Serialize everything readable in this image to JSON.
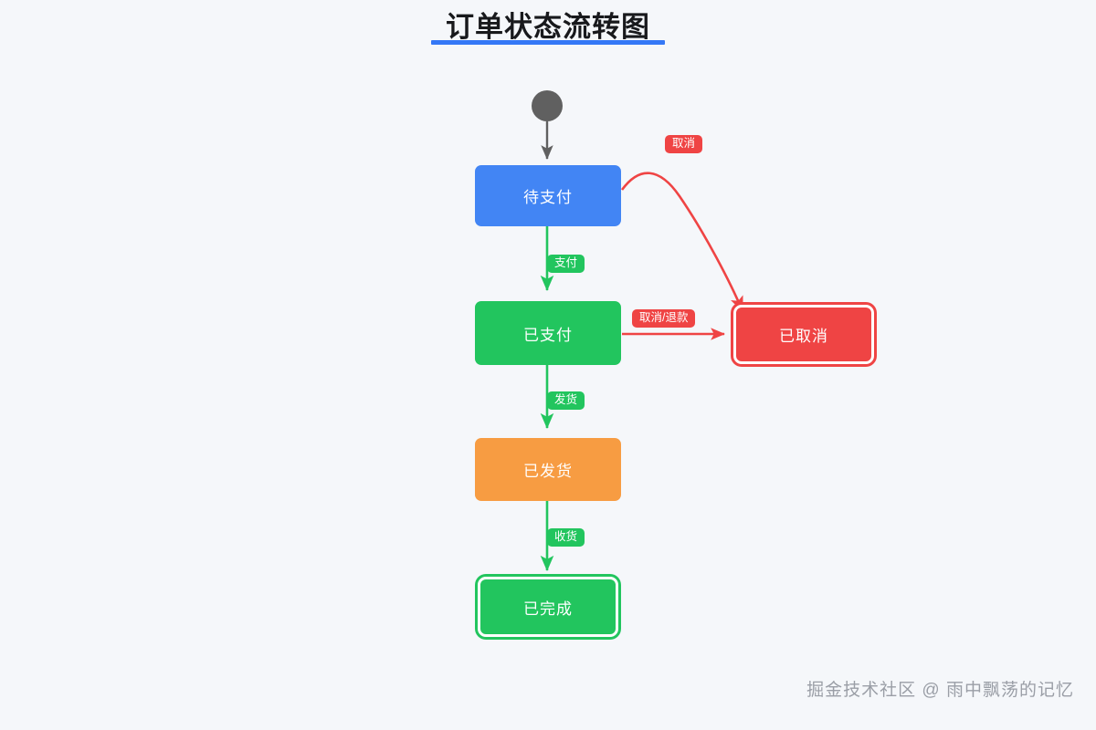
{
  "page": {
    "title": "订单状态流转图",
    "background_color": "#f5f7fa",
    "title_underline_color": "#3478f6",
    "watermark": "掘金技术社区 @ 雨中飘荡的记忆"
  },
  "diagram": {
    "type": "flowchart",
    "direction": "top-to-bottom",
    "start_node": {
      "name": "start",
      "shape": "filled-circle",
      "color": "#606060"
    },
    "nodes": [
      {
        "id": "pending",
        "label": "待支付",
        "color": "#4285f4",
        "shape": "rounded-rect",
        "terminal": false
      },
      {
        "id": "paid",
        "label": "已支付",
        "color": "#22c55e",
        "shape": "rounded-rect",
        "terminal": false
      },
      {
        "id": "shipped",
        "label": "已发货",
        "color": "#f79c42",
        "shape": "rounded-rect",
        "terminal": false
      },
      {
        "id": "completed",
        "label": "已完成",
        "color": "#22c55e",
        "shape": "double-rounded-rect",
        "terminal": true
      },
      {
        "id": "cancelled",
        "label": "已取消",
        "color": "#ef4444",
        "shape": "double-rounded-rect",
        "terminal": true
      }
    ],
    "edges": [
      {
        "from": "start",
        "to": "pending",
        "label": "",
        "color": "#606060"
      },
      {
        "from": "pending",
        "to": "paid",
        "label": "支付",
        "color": "#22c55e"
      },
      {
        "from": "pending",
        "to": "cancelled",
        "label": "取消",
        "color": "#ef4444"
      },
      {
        "from": "paid",
        "to": "shipped",
        "label": "发货",
        "color": "#22c55e"
      },
      {
        "from": "paid",
        "to": "cancelled",
        "label": "取消/退款",
        "color": "#ef4444"
      },
      {
        "from": "shipped",
        "to": "completed",
        "label": "收货",
        "color": "#22c55e"
      }
    ]
  }
}
